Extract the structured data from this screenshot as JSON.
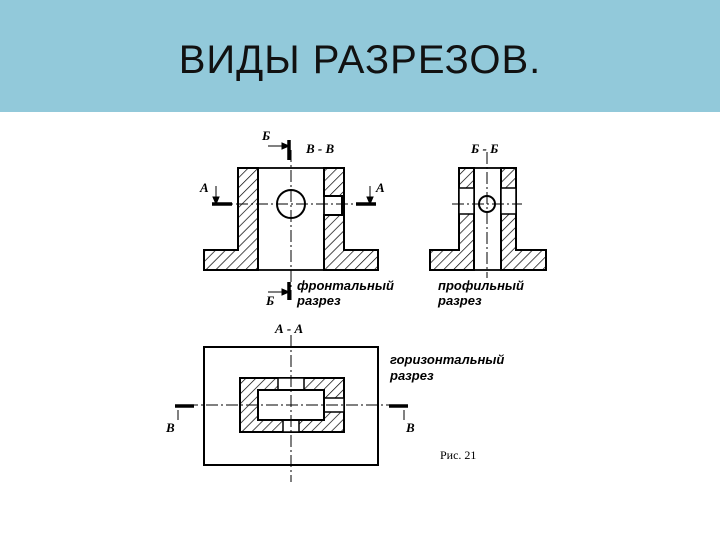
{
  "slide": {
    "title": "ВИДЫ РАЗРЕЗОВ."
  },
  "figure": {
    "labels": {
      "cut_b_top": "Б",
      "cut_b_bottom": "Б",
      "section_vv": "В - В",
      "section_bb": "Б - Б",
      "section_aa": "А - А",
      "cut_a_left": "А",
      "cut_a_right": "А",
      "cut_v_left": "В",
      "cut_v_right": "В"
    },
    "captions": {
      "frontal_line1": "фронтальный",
      "frontal_line2": "разрез",
      "profile_line1": "профильный",
      "profile_line2": "разрез",
      "horizontal_line1": "горизонтальный",
      "horizontal_line2": "разрез"
    },
    "figure_number": "Рис. 21"
  }
}
